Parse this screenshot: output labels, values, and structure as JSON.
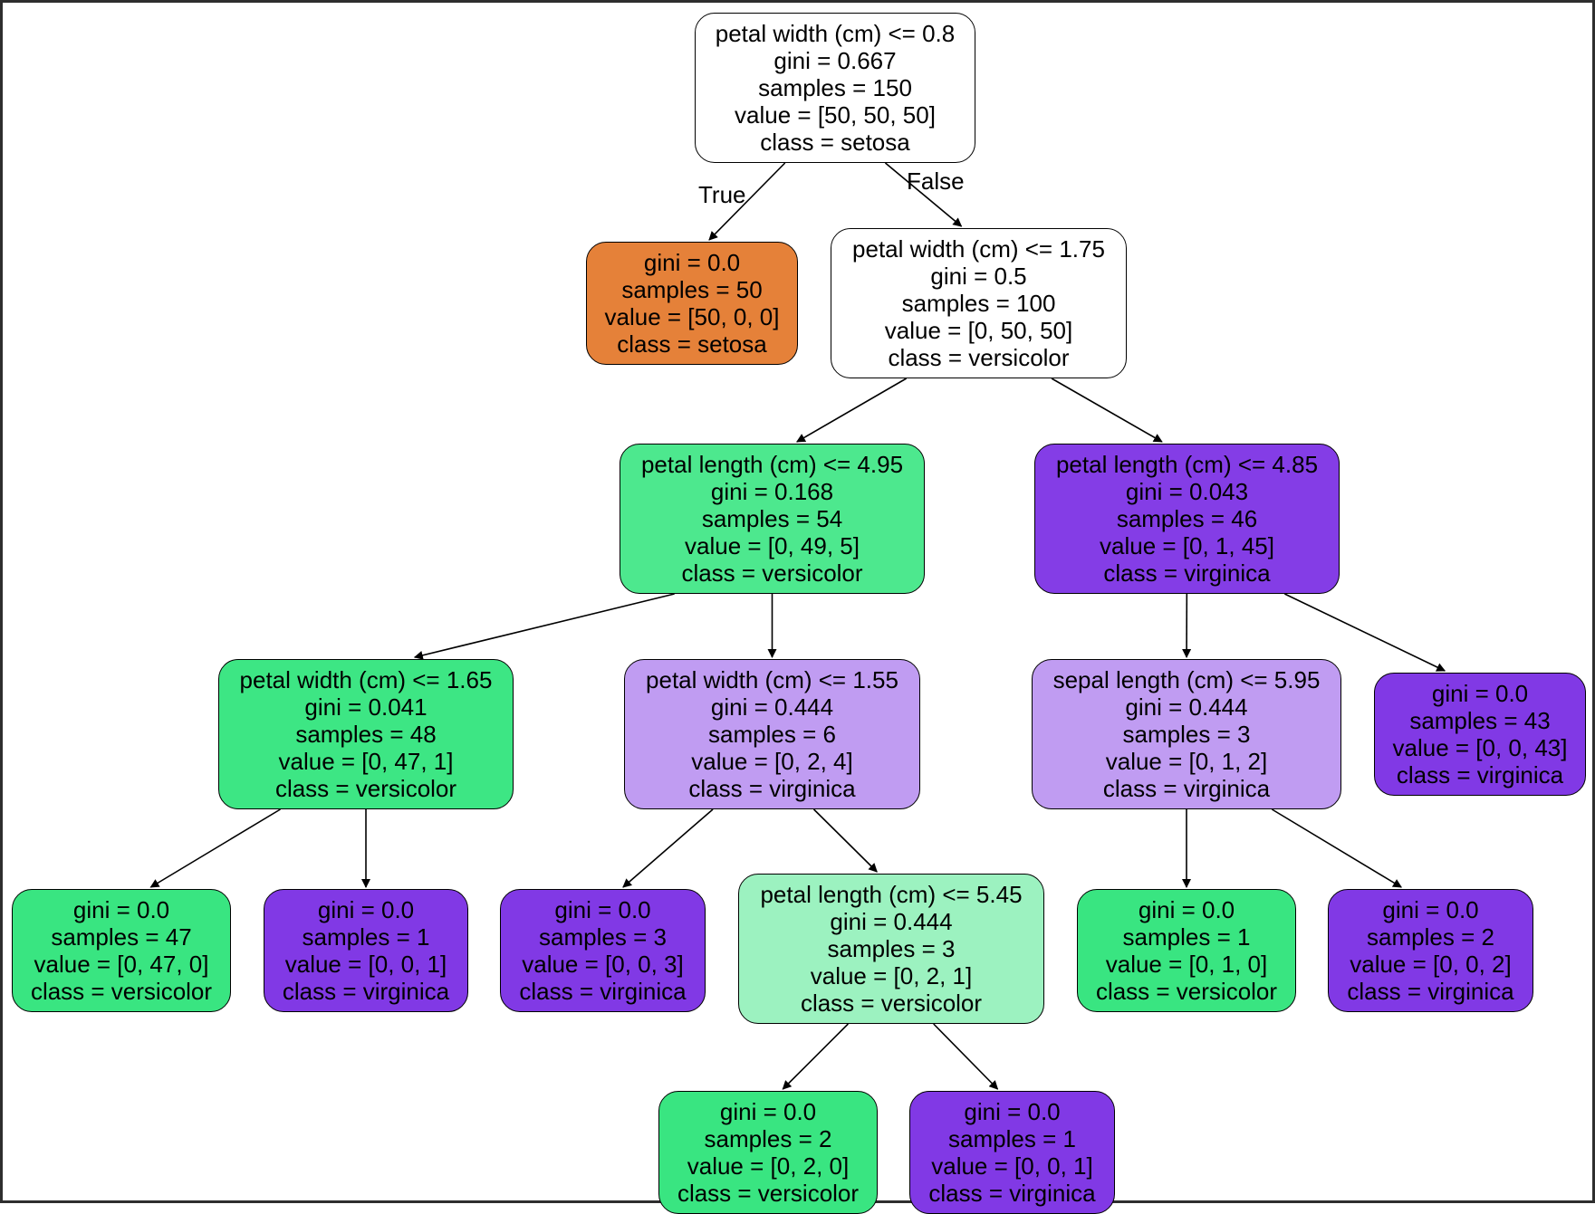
{
  "edge_labels": {
    "true_label": "True",
    "false_label": "False"
  },
  "colors": {
    "white": "#ffffff",
    "setosa": "#e58139",
    "versicolor_strong": "#39e581",
    "versicolor_mid": "#4de88e",
    "versicolor_light": "#9cf2c0",
    "virginica_strong": "#8139e5",
    "virginica_light": "#c09cf2",
    "border": "#000000"
  },
  "nodes": [
    {
      "id": "root",
      "lines": [
        "petal width (cm) <= 0.8",
        "gini = 0.667",
        "samples = 150",
        "value = [50, 50, 50]",
        "class = setosa"
      ],
      "fill": "#ffffff"
    },
    {
      "id": "n1",
      "lines": [
        "gini = 0.0",
        "samples = 50",
        "value = [50, 0, 0]",
        "class = setosa"
      ],
      "fill": "#e58139"
    },
    {
      "id": "n2",
      "lines": [
        "petal width (cm) <= 1.75",
        "gini = 0.5",
        "samples = 100",
        "value = [0, 50, 50]",
        "class = versicolor"
      ],
      "fill": "#ffffff"
    },
    {
      "id": "n3",
      "lines": [
        "petal length (cm) <= 4.95",
        "gini = 0.168",
        "samples = 54",
        "value = [0, 49, 5]",
        "class = versicolor"
      ],
      "fill": "#4de88e"
    },
    {
      "id": "n4",
      "lines": [
        "petal length (cm) <= 4.85",
        "gini = 0.043",
        "samples = 46",
        "value = [0, 1, 45]",
        "class = virginica"
      ],
      "fill": "#843de6"
    },
    {
      "id": "n5",
      "lines": [
        "petal width (cm) <= 1.65",
        "gini = 0.041",
        "samples = 48",
        "value = [0, 47, 1]",
        "class = versicolor"
      ],
      "fill": "#3de684"
    },
    {
      "id": "n6",
      "lines": [
        "petal width (cm) <= 1.55",
        "gini = 0.444",
        "samples = 6",
        "value = [0, 2, 4]",
        "class = virginica"
      ],
      "fill": "#c09cf2"
    },
    {
      "id": "n7",
      "lines": [
        "sepal length (cm) <= 5.95",
        "gini = 0.444",
        "samples = 3",
        "value = [0, 1, 2]",
        "class = virginica"
      ],
      "fill": "#c09cf2"
    },
    {
      "id": "n8",
      "lines": [
        "gini = 0.0",
        "samples = 43",
        "value = [0, 0, 43]",
        "class = virginica"
      ],
      "fill": "#8139e5"
    },
    {
      "id": "n9",
      "lines": [
        "gini = 0.0",
        "samples = 47",
        "value = [0, 47, 0]",
        "class = versicolor"
      ],
      "fill": "#39e581"
    },
    {
      "id": "n10",
      "lines": [
        "gini = 0.0",
        "samples = 1",
        "value = [0, 0, 1]",
        "class = virginica"
      ],
      "fill": "#8139e5"
    },
    {
      "id": "n11",
      "lines": [
        "gini = 0.0",
        "samples = 3",
        "value = [0, 0, 3]",
        "class = virginica"
      ],
      "fill": "#8139e5"
    },
    {
      "id": "n12",
      "lines": [
        "petal length (cm) <= 5.45",
        "gini = 0.444",
        "samples = 3",
        "value = [0, 2, 1]",
        "class = versicolor"
      ],
      "fill": "#9cf2c0"
    },
    {
      "id": "n13",
      "lines": [
        "gini = 0.0",
        "samples = 1",
        "value = [0, 1, 0]",
        "class = versicolor"
      ],
      "fill": "#39e581"
    },
    {
      "id": "n14",
      "lines": [
        "gini = 0.0",
        "samples = 2",
        "value = [0, 0, 2]",
        "class = virginica"
      ],
      "fill": "#8139e5"
    },
    {
      "id": "n15",
      "lines": [
        "gini = 0.0",
        "samples = 2",
        "value = [0, 2, 0]",
        "class = versicolor"
      ],
      "fill": "#39e581"
    },
    {
      "id": "n16",
      "lines": [
        "gini = 0.0",
        "samples = 1",
        "value = [0, 0, 1]",
        "class = virginica"
      ],
      "fill": "#8139e5"
    }
  ],
  "edges": [
    [
      "root",
      "n1"
    ],
    [
      "root",
      "n2"
    ],
    [
      "n2",
      "n3"
    ],
    [
      "n2",
      "n4"
    ],
    [
      "n3",
      "n5"
    ],
    [
      "n3",
      "n6"
    ],
    [
      "n4",
      "n7"
    ],
    [
      "n4",
      "n8"
    ],
    [
      "n5",
      "n9"
    ],
    [
      "n5",
      "n10"
    ],
    [
      "n6",
      "n11"
    ],
    [
      "n6",
      "n12"
    ],
    [
      "n7",
      "n13"
    ],
    [
      "n7",
      "n14"
    ],
    [
      "n12",
      "n15"
    ],
    [
      "n12",
      "n16"
    ]
  ]
}
